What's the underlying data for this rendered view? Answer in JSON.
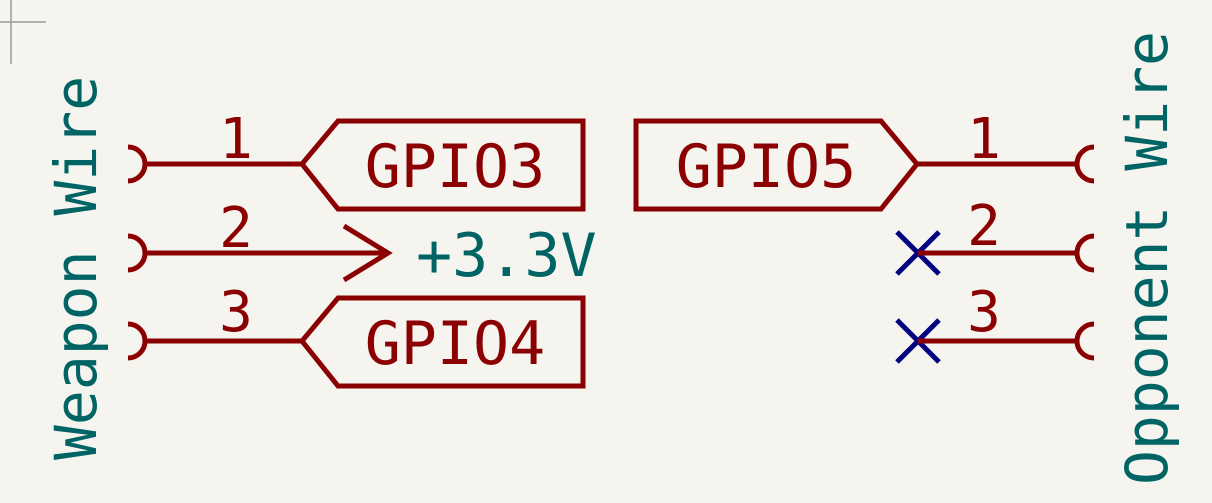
{
  "colors": {
    "background": "#f5f4ef",
    "wire": "#8b0000",
    "label_text": "#006464",
    "no_connect": "#00007f",
    "crosshair": "#9a9a9a"
  },
  "left_connector": {
    "name": "Weapon Wire",
    "pins": [
      {
        "number": "1",
        "net": "GPIO3",
        "kind": "global-label"
      },
      {
        "number": "2",
        "net": "+3.3V",
        "kind": "power-symbol"
      },
      {
        "number": "3",
        "net": "GPIO4",
        "kind": "global-label"
      }
    ]
  },
  "right_connector": {
    "name": "Opponent Wire",
    "pins": [
      {
        "number": "1",
        "net": "GPIO5",
        "kind": "global-label"
      },
      {
        "number": "2",
        "net": "",
        "kind": "no-connect"
      },
      {
        "number": "3",
        "net": "",
        "kind": "no-connect"
      }
    ]
  }
}
